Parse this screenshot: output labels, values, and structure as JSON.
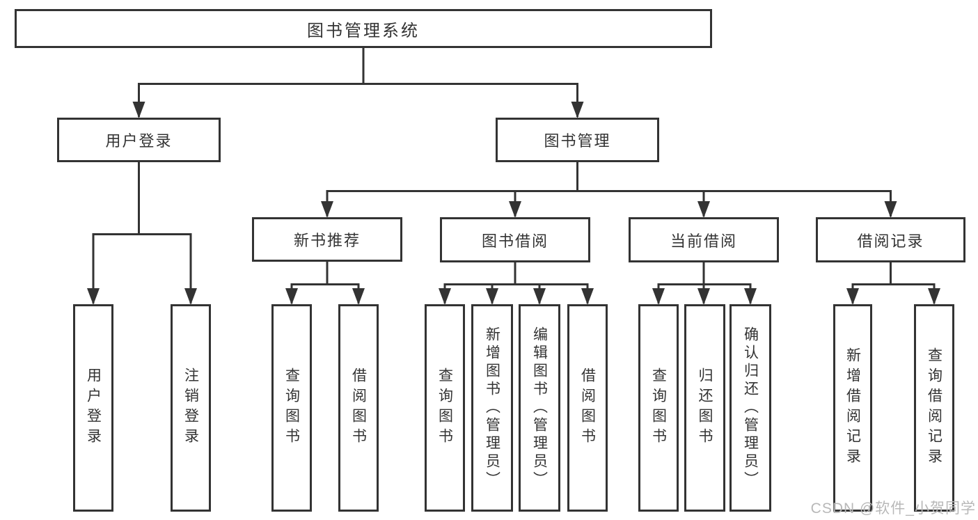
{
  "tree": {
    "label": "图书管理系统",
    "children": [
      {
        "label": "用户登录",
        "children": [
          {
            "label": "用户登录"
          },
          {
            "label": "注销登录"
          }
        ]
      },
      {
        "label": "图书管理",
        "children": [
          {
            "label": "新书推荐",
            "children": [
              {
                "label": "查询图书"
              },
              {
                "label": "借阅图书"
              }
            ]
          },
          {
            "label": "图书借阅",
            "children": [
              {
                "label": "查询图书"
              },
              {
                "label": "新增图书（管理员）"
              },
              {
                "label": "编辑图书（管理员）"
              },
              {
                "label": "借阅图书"
              }
            ]
          },
          {
            "label": "当前借阅",
            "children": [
              {
                "label": "查询图书"
              },
              {
                "label": "归还图书"
              },
              {
                "label": "确认归还（管理员）"
              }
            ]
          },
          {
            "label": "借阅记录",
            "children": [
              {
                "label": "新增借阅记录"
              },
              {
                "label": "查询借阅记录"
              }
            ]
          }
        ]
      }
    ]
  },
  "watermark": {
    "text": "CSDN @软件_小贺同学"
  },
  "colors": {
    "line": "#333333",
    "border": "#333333",
    "text": "#333333",
    "watermark": "#b8b8b8",
    "background": "#ffffff"
  }
}
